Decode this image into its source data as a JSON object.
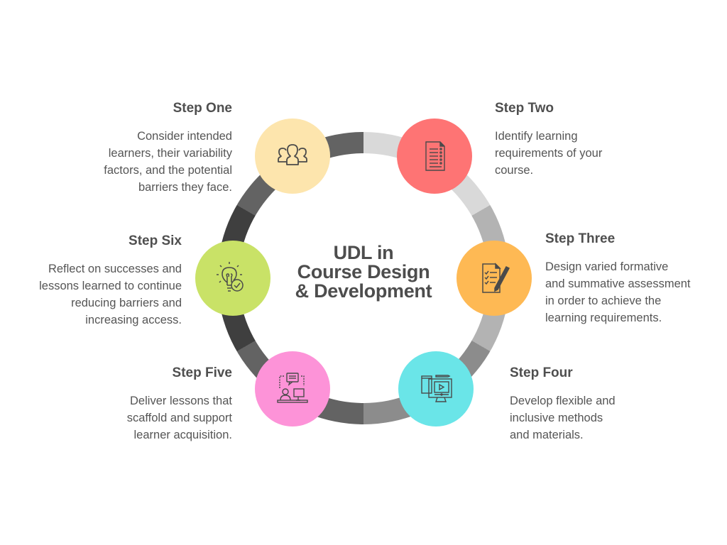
{
  "title": {
    "lines": [
      "UDL in",
      "Course Design",
      "& Development"
    ]
  },
  "ring": {
    "segment_colors": [
      "#d9d9d9",
      "#b3b3b3",
      "#8c8c8c",
      "#636363",
      "#3f3f3f",
      "#636363"
    ]
  },
  "steps": [
    {
      "title": "Step One",
      "desc_lines": [
        "Consider intended",
        "learners, their variability",
        "factors, and the potential",
        "barriers they face."
      ],
      "icon": "people-group-icon",
      "color": "#fde5ad"
    },
    {
      "title": "Step Two",
      "desc_lines": [
        "Identify learning",
        "requirements of your",
        "course."
      ],
      "icon": "document-checklist-icon",
      "color": "#fe7474"
    },
    {
      "title": "Step Three",
      "desc_lines": [
        "Design varied formative",
        "and summative assessment",
        "in order to achieve the",
        "learning requirements."
      ],
      "icon": "checklist-pen-icon",
      "color": "#feb954"
    },
    {
      "title": "Step Four",
      "desc_lines": [
        "Develop flexible and",
        "inclusive methods",
        "and materials."
      ],
      "icon": "book-video-computer-icon",
      "color": "#6ae5e8"
    },
    {
      "title": "Step Five",
      "desc_lines": [
        "Deliver lessons that",
        "scaffold and support",
        "learner acquisition."
      ],
      "icon": "teacher-computer-chat-icon",
      "color": "#fd93d8"
    },
    {
      "title": "Step Six",
      "desc_lines": [
        "Reflect on successes and",
        "lessons learned to continue",
        "reducing barriers and",
        "increasing access."
      ],
      "icon": "lightbulb-check-icon",
      "color": "#c9e267"
    }
  ]
}
